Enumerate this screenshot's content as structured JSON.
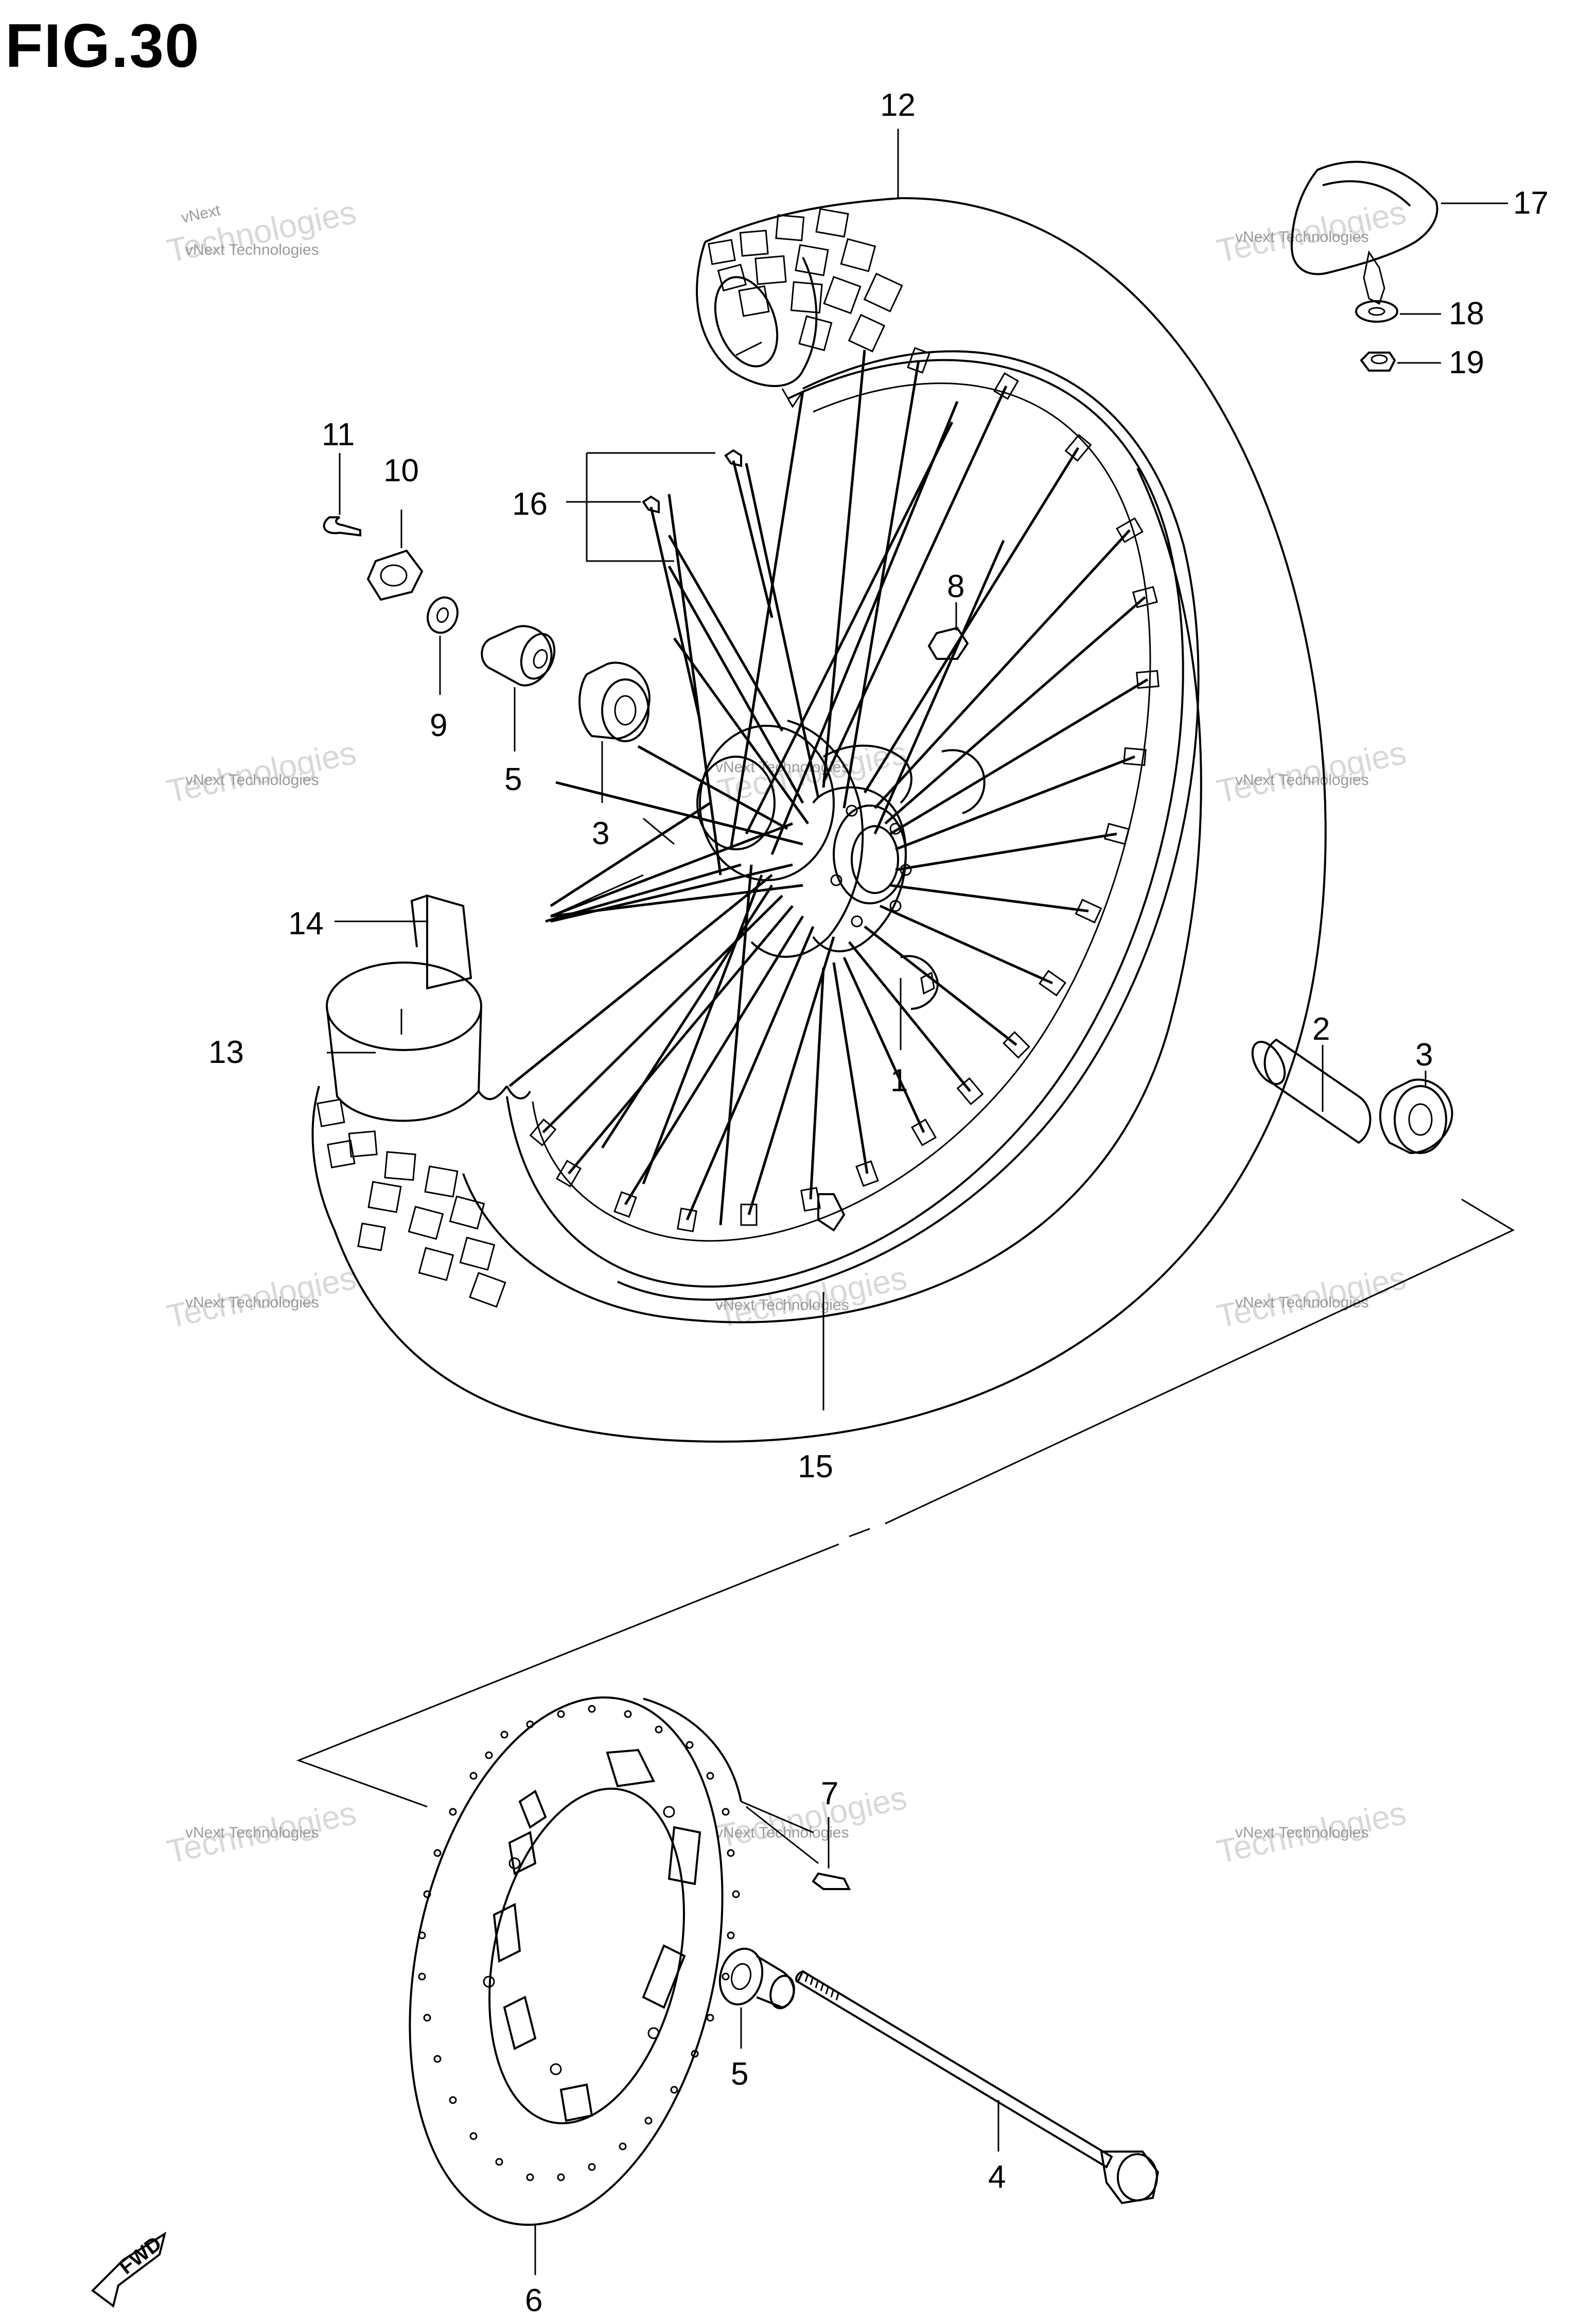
{
  "figure": {
    "title": "FIG.30"
  },
  "callouts": [
    {
      "id": "c12",
      "label": "12"
    },
    {
      "id": "c17",
      "label": "17"
    },
    {
      "id": "c18",
      "label": "18"
    },
    {
      "id": "c19",
      "label": "19"
    },
    {
      "id": "c11",
      "label": "11"
    },
    {
      "id": "c10",
      "label": "10"
    },
    {
      "id": "c16",
      "label": "16"
    },
    {
      "id": "c8",
      "label": "8"
    },
    {
      "id": "c9",
      "label": "9"
    },
    {
      "id": "c5a",
      "label": "5"
    },
    {
      "id": "c3a",
      "label": "3"
    },
    {
      "id": "c14",
      "label": "14"
    },
    {
      "id": "c13",
      "label": "13"
    },
    {
      "id": "c1",
      "label": "1"
    },
    {
      "id": "c2",
      "label": "2"
    },
    {
      "id": "c3b",
      "label": "3"
    },
    {
      "id": "c15",
      "label": "15"
    },
    {
      "id": "c7",
      "label": "7"
    },
    {
      "id": "c5b",
      "label": "5"
    },
    {
      "id": "c6",
      "label": "6"
    },
    {
      "id": "c4",
      "label": "4"
    }
  ],
  "watermark": {
    "small": "vNext Technologies",
    "big": "Technologies",
    "top": "vNext"
  },
  "direction": {
    "label": "FWD"
  }
}
